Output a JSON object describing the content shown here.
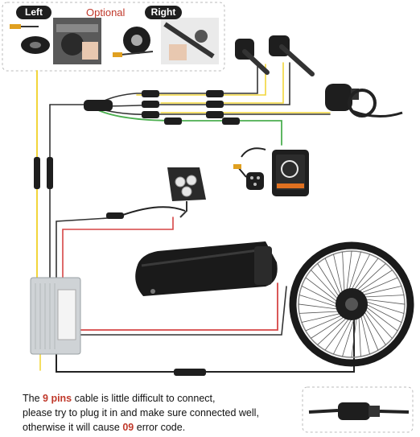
{
  "top_panel": {
    "left_label": "Left",
    "optional_label": "Optional",
    "right_label": "Right"
  },
  "caption": {
    "p1": "The ",
    "pins": "9 pins",
    "p2": " cable is little difficult to connect,",
    "line2": "please try to plug it in and make sure connected well,",
    "p3": "otherwise it will cause ",
    "code": "09",
    "p4": " error code."
  },
  "colors": {
    "wire_yellow": "#f2d53a",
    "wire_green": "#4caf50",
    "wire_red": "#d64545",
    "wire_black": "#222222",
    "highlight_red": "#c0392b"
  }
}
